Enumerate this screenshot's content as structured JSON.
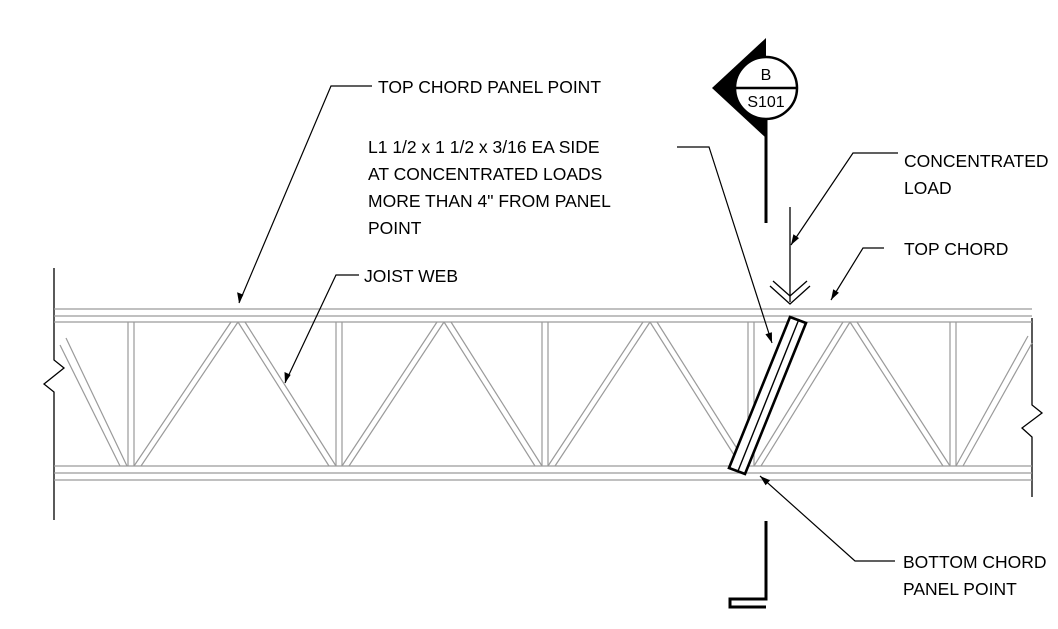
{
  "section_marker": {
    "letter": "B",
    "sheet": "S101"
  },
  "callouts": {
    "top_chord_panel_point": "TOP CHORD PANEL POINT",
    "angle_note": [
      "L1 1/2 x 1 1/2 x 3/16 EA SIDE",
      "AT CONCENTRATED LOADS",
      "MORE THAN 4\" FROM PANEL",
      "POINT"
    ],
    "concentrated_load": [
      "CONCENTRATED",
      "LOAD"
    ],
    "top_chord": "TOP CHORD",
    "joist_web": "JOIST WEB",
    "bottom_chord_panel_point": [
      "BOTTOM CHORD",
      "PANEL POINT"
    ]
  },
  "colors": {
    "linework": "#000000",
    "truss": "#9a9a9a",
    "background": "#ffffff"
  }
}
